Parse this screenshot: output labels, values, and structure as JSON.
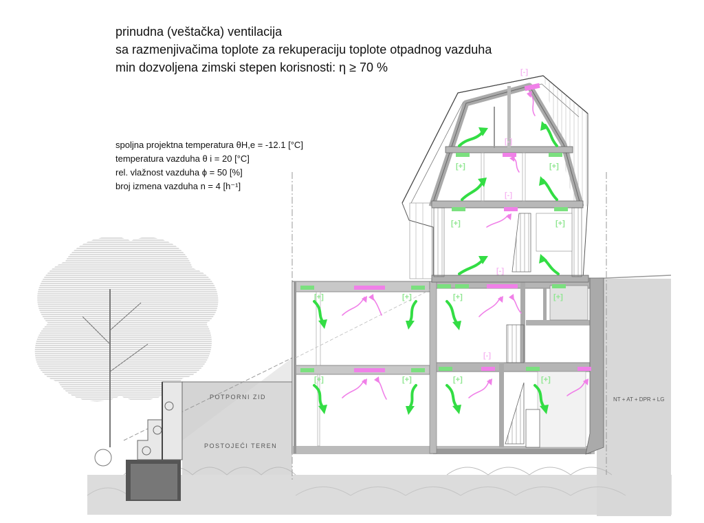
{
  "title": {
    "line1": "prinudna (veštačka) ventilacija",
    "line2": "sa razmenjivačima toplote za rekuperaciju toplote otpadnog vazduha",
    "line3": "min dozvoljena zimski stepen korisnosti:  η ≥ 70 %"
  },
  "parameters": [
    "spoljna projektna temperatura θH,e = -12.1 [°C]",
    "temperatura vazduha θ i = 20 [°C]",
    "rel. vlažnost vazduha ϕ = 50 [%]",
    "broj izmena vazduha n = 4 [h⁻¹]"
  ],
  "labels": {
    "retaining_wall": "POTPORNI ZID",
    "existing_terrain": "POSTOJEĆI TEREN",
    "neighbour": "NT + AT + DPR + LG"
  },
  "markers": {
    "supply": "[+]",
    "exhaust": "[-]"
  },
  "colors": {
    "supply": "#33dd44",
    "supply_light": "#a8eea0",
    "exhaust": "#f080e8",
    "exhaust_light": "#f6b8f2",
    "terrain": "#d9d9d9",
    "slab": "#bdbdbd",
    "line": "#555555"
  }
}
